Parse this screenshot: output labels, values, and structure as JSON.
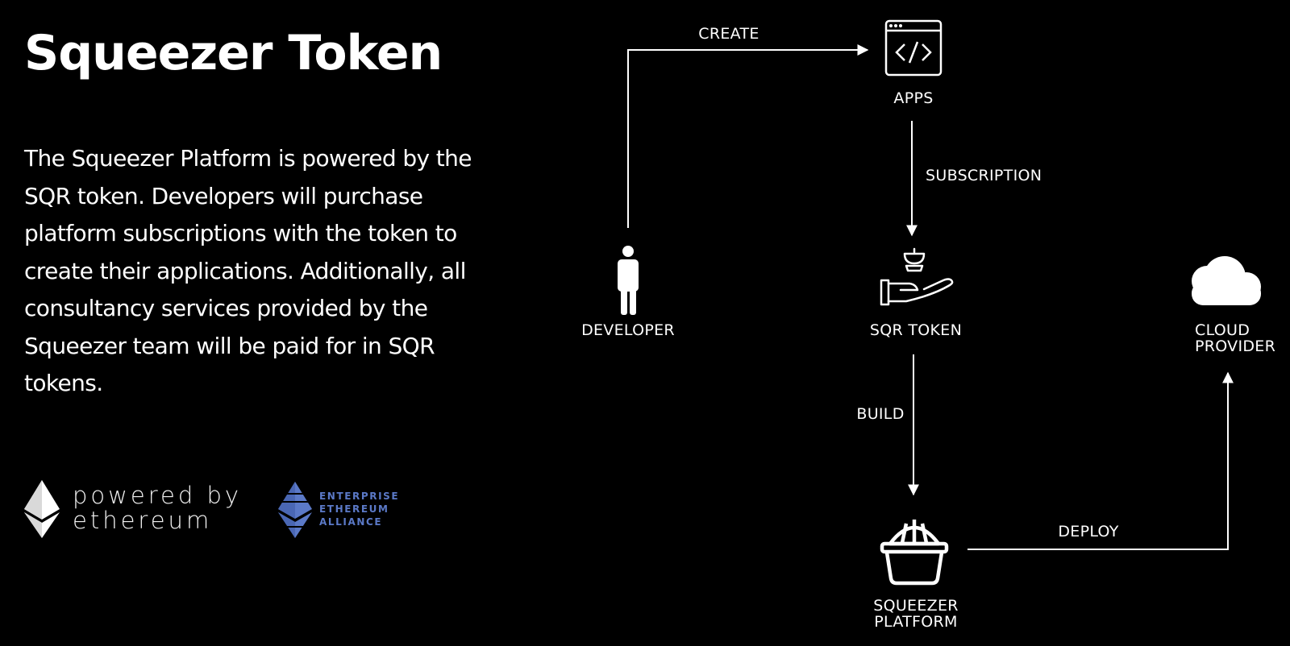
{
  "header": {
    "title": "Squeezer Token"
  },
  "description": "The Squeezer Platform is powered by the SQR token. Developers will purchase platform subscriptions with the token to create their applications. Additionally, all consultancy services provided by the Squeezer team will be paid for in SQR tokens.",
  "logos": {
    "powered_by_line1": "powered by",
    "powered_by_line2": "ethereum",
    "eea_line1": "ENTERPRISE",
    "eea_line2": "ETHEREUM",
    "eea_line3": "ALLIANCE"
  },
  "diagram": {
    "nodes": {
      "apps": "APPS",
      "developer": "DEVELOPER",
      "sqr_token": "SQR TOKEN",
      "cloud_provider": "CLOUD\nPROVIDER",
      "squeezer_platform": "SQUEEZER\nPLATFORM"
    },
    "edges": {
      "create": "CREATE",
      "subscription": "SUBSCRIPTION",
      "build": "BUILD",
      "deploy": "DEPLOY"
    }
  },
  "colors": {
    "background": "#000000",
    "foreground": "#ffffff",
    "eea_blue": "#5b79c7"
  }
}
